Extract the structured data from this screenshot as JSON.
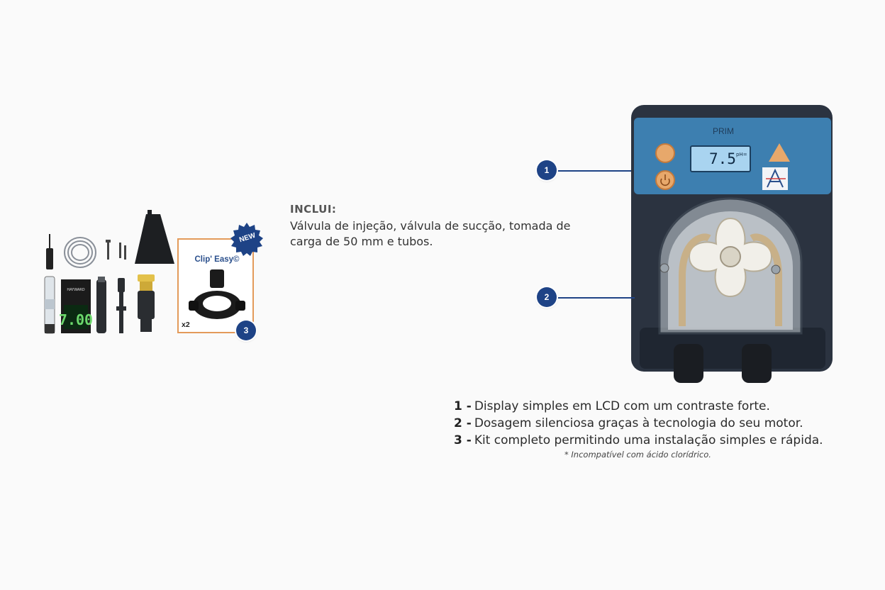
{
  "inclui": {
    "title": "INCLUI:",
    "text": "Válvula de injeção, válvula de sucção, tomada de carga de 50 mm e tubos."
  },
  "badge": {
    "new": "NEW"
  },
  "clip": {
    "title": "Clip' Easy©",
    "qty": "x2"
  },
  "callouts": [
    "1",
    "2",
    "3"
  ],
  "pump": {
    "brand": "PRIM",
    "display_value": "7.5",
    "display_unit": "pH="
  },
  "features": [
    {
      "num": "1 -",
      "text": "Display simples em LCD com um contraste forte."
    },
    {
      "num": "2 -",
      "text": "Dosagem silenciosa graças à tecnologia do seu motor."
    },
    {
      "num": "3 -",
      "text": "Kit completo permitindo uma instalação simples e rápida."
    }
  ],
  "note": "* Incompatível com ácido clorídrico.",
  "colors": {
    "accent_blue": "#1e4386",
    "box_orange": "#e39a5a",
    "panel_blue": "#3d7fb0",
    "housing": "#2b3340"
  }
}
